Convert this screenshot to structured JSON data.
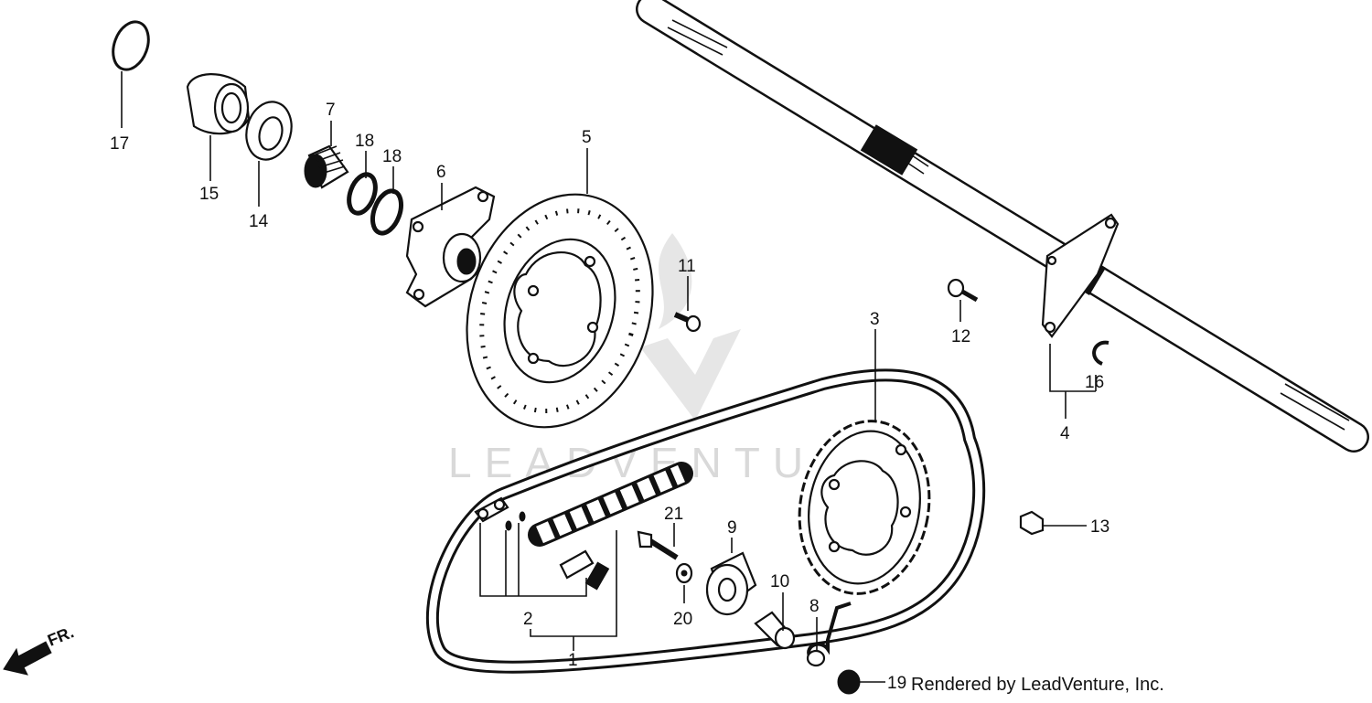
{
  "watermark": {
    "brand": "LEADVENTURE"
  },
  "credit": "Rendered by LeadVenture, Inc.",
  "direction_label": "FR.",
  "callouts": {
    "c1": "1",
    "c2": "2",
    "c3": "3",
    "c4": "4",
    "c5": "5",
    "c6": "6",
    "c7": "7",
    "c8": "8",
    "c9": "9",
    "c10": "10",
    "c11": "11",
    "c12": "12",
    "c13": "13",
    "c14": "14",
    "c15": "15",
    "c16": "16",
    "c17": "17",
    "c18a": "18",
    "c18b": "18",
    "c19": "19",
    "c20": "20",
    "c21": "21"
  },
  "colors": {
    "ink": "#111111",
    "paper": "#ffffff",
    "watermark": "#d9d9d9"
  }
}
